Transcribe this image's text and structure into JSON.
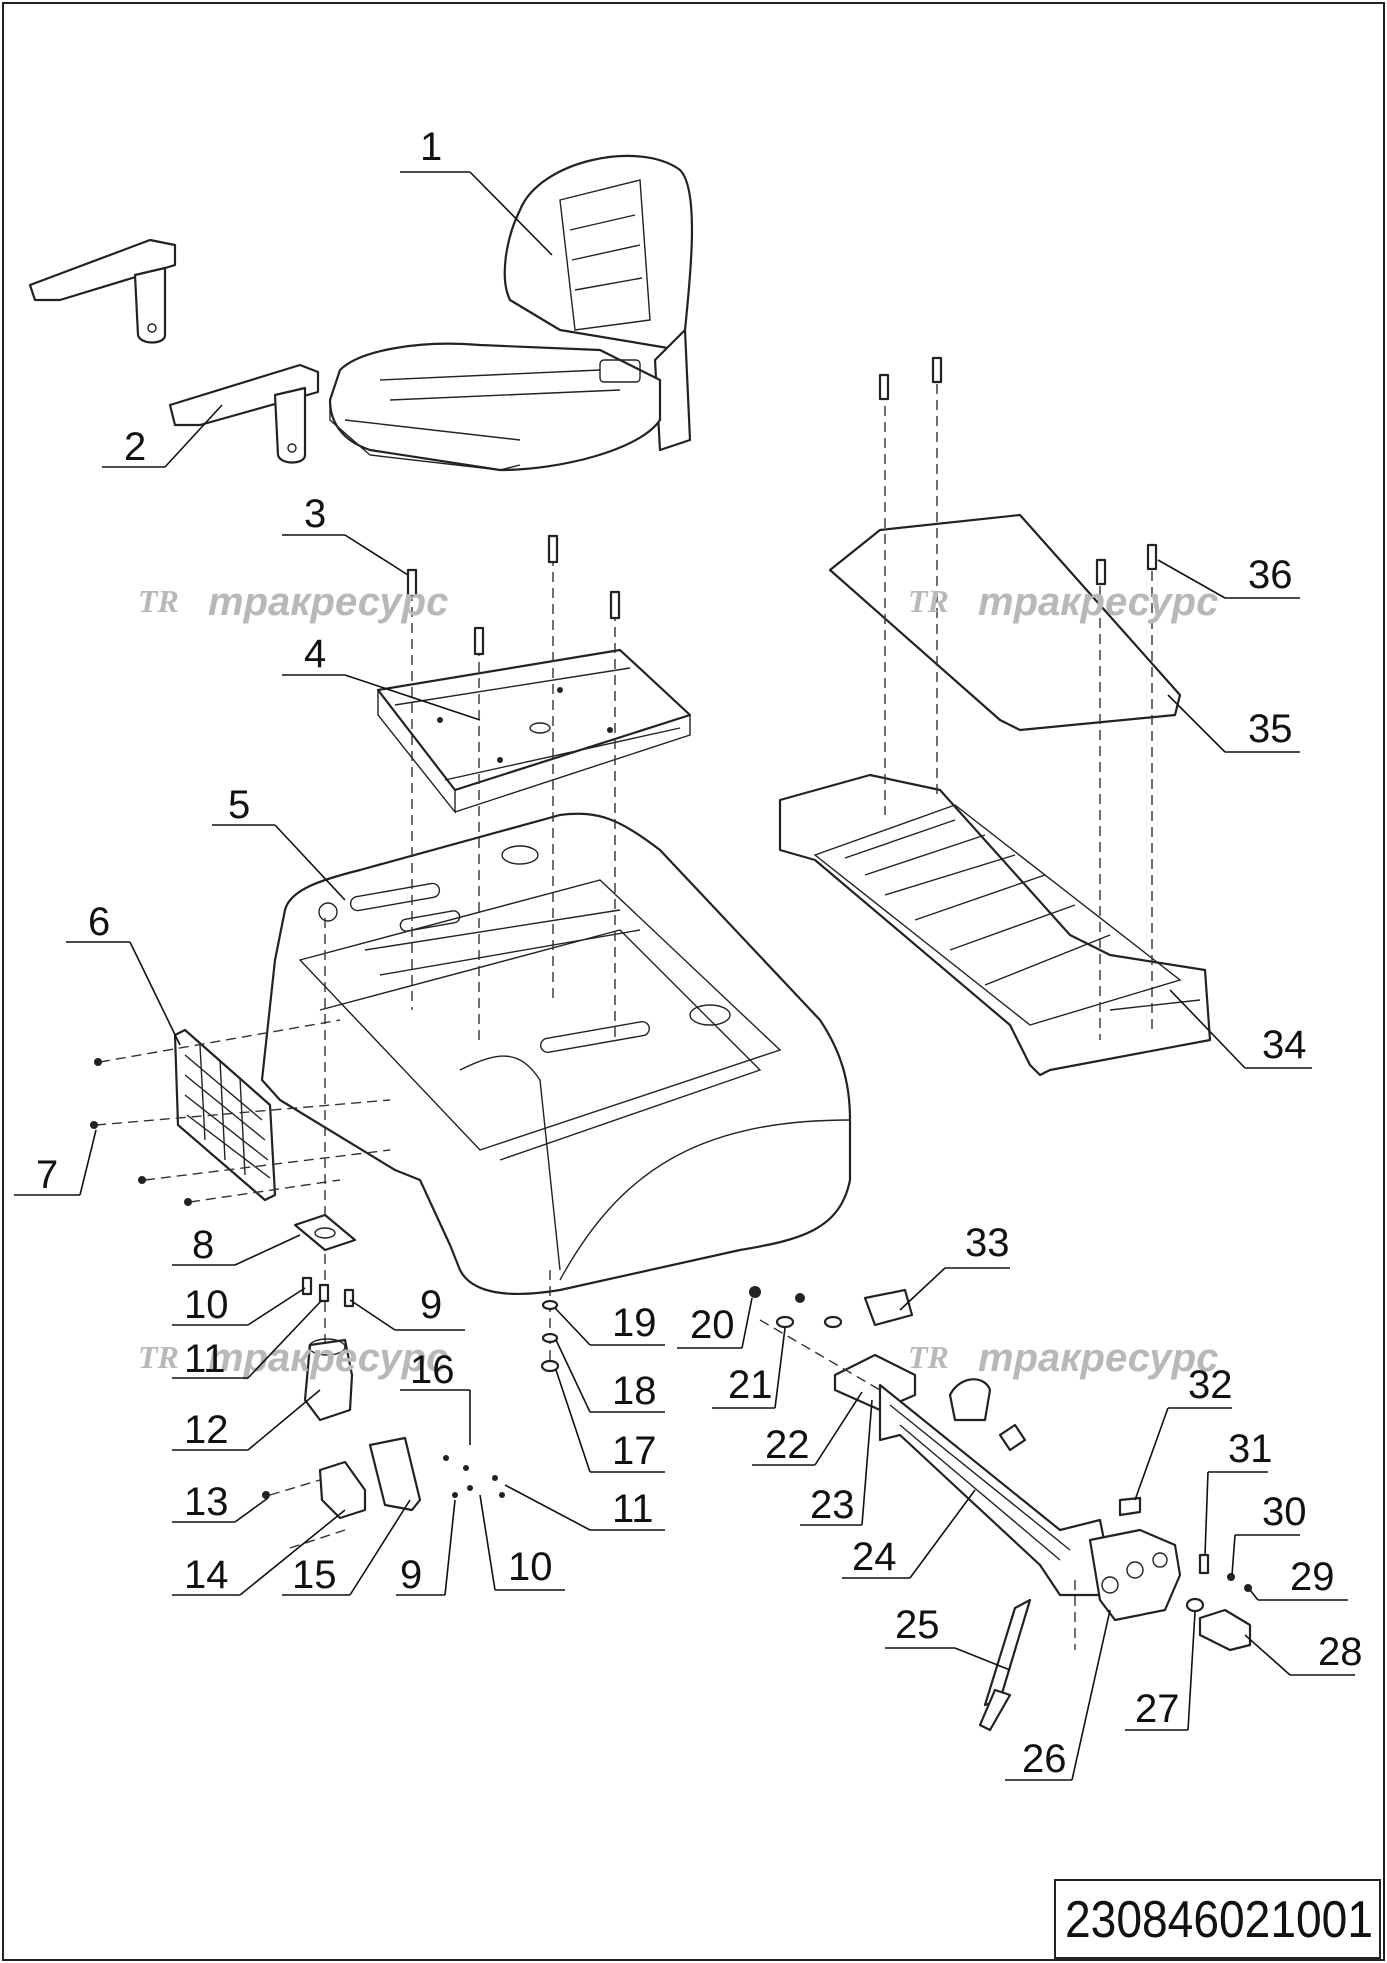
{
  "document": {
    "number": "230846021001"
  },
  "watermarks": [
    {
      "logo": "TR",
      "text": "тракресурс"
    },
    {
      "logo": "TR",
      "text": "тракресурс"
    },
    {
      "logo": "TR",
      "text": "тракресурс"
    },
    {
      "logo": "TR",
      "text": "тракресурс"
    }
  ],
  "callouts": [
    "1",
    "2",
    "3",
    "4",
    "5",
    "6",
    "7",
    "8",
    "10",
    "9",
    "11",
    "16",
    "12",
    "13",
    "14",
    "15",
    "9",
    "10",
    "11",
    "19",
    "18",
    "17",
    "20",
    "21",
    "22",
    "23",
    "24",
    "25",
    "26",
    "27",
    "28",
    "29",
    "30",
    "31",
    "32",
    "33",
    "34",
    "35",
    "36"
  ]
}
